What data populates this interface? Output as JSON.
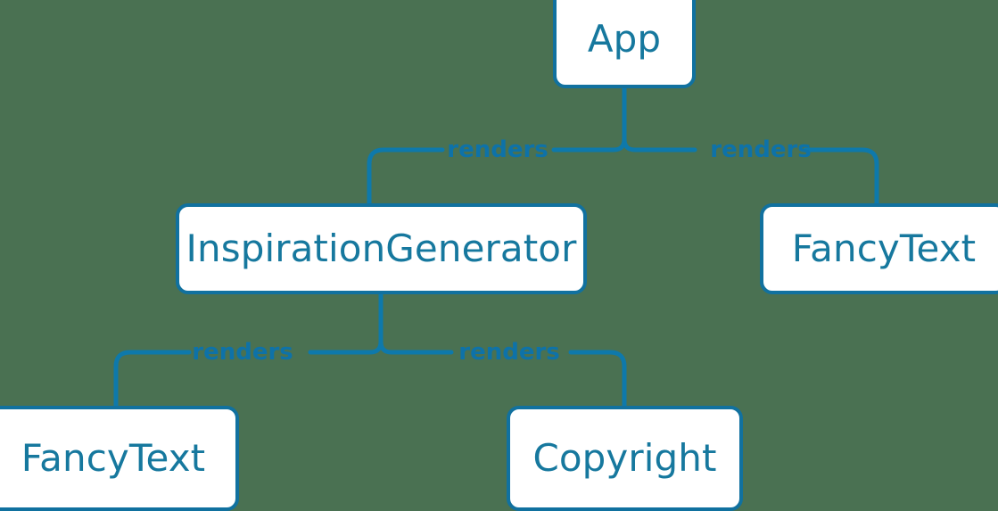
{
  "diagram": {
    "type": "component-tree",
    "background_color": "#4a7152",
    "node_fill": "#ffffff",
    "node_border_color": "#11719f",
    "node_text_color": "#16789e",
    "edge_color": "#0e79ab",
    "edge_label_color": "#0e72a8",
    "nodes": [
      {
        "id": "app",
        "label": "App"
      },
      {
        "id": "inspirationgenerator",
        "label": "InspirationGenerator"
      },
      {
        "id": "fancytext_right",
        "label": "FancyText"
      },
      {
        "id": "fancytext_left",
        "label": "FancyText"
      },
      {
        "id": "copyright",
        "label": "Copyright"
      }
    ],
    "edges": [
      {
        "from": "app",
        "to": "inspirationgenerator",
        "label": "renders"
      },
      {
        "from": "app",
        "to": "fancytext_right",
        "label": "renders"
      },
      {
        "from": "inspirationgenerator",
        "to": "fancytext_left",
        "label": "renders"
      },
      {
        "from": "inspirationgenerator",
        "to": "copyright",
        "label": "renders"
      }
    ],
    "edge_labels": [
      {
        "id": "app-to-inspgen",
        "text": "renders"
      },
      {
        "id": "app-to-fancytext-right",
        "text": "renders"
      },
      {
        "id": "inspgen-to-fancytext-left",
        "text": "renders"
      },
      {
        "id": "inspgen-to-copyright",
        "text": "renders"
      }
    ]
  }
}
